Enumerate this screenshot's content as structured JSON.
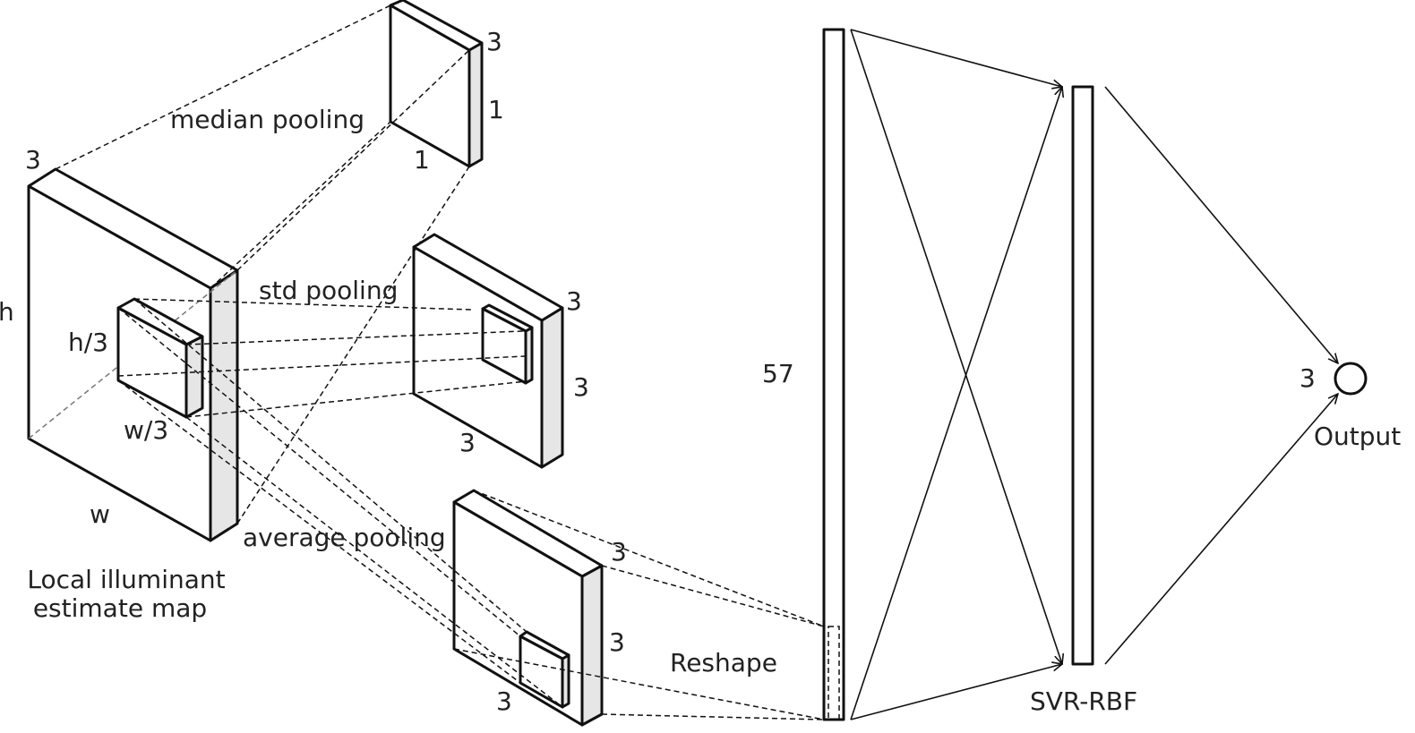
{
  "labels": {
    "input_depth": "3",
    "input_height": "h",
    "input_width": "w",
    "input_caption_line1": "Local illuminant",
    "input_caption_line2": "estimate map",
    "patch_height": "h/3",
    "patch_width": "w/3",
    "median_pooling": "median pooling",
    "median_depth": "3",
    "median_height": "1",
    "median_width": "1",
    "std_pooling": "std pooling",
    "std_depth": "3",
    "std_height": "3",
    "std_width": "3",
    "average_pooling": "average pooling",
    "avg_depth": "3",
    "avg_height": "3",
    "avg_width": "3",
    "reshape": "Reshape",
    "vector_size": "57",
    "svr_label": "SVR-RBF",
    "output_size": "3",
    "output_label": "Output"
  },
  "colors": {
    "stroke": "#111111",
    "side_face": "#e6e6e6",
    "background": "#ffffff"
  }
}
